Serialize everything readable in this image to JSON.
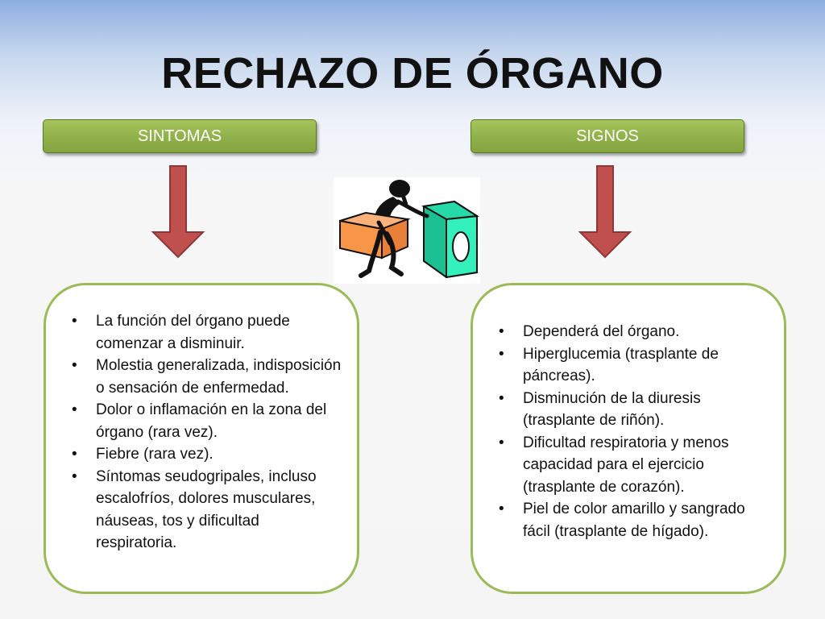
{
  "title": "RECHAZO DE ÓRGANO",
  "colors": {
    "header_bar": "#9bbb59",
    "panel_border": "#9bbb59",
    "arrow_fill": "#c0504d",
    "box_orange": "#f79646",
    "box_teal": "#2ee6b4"
  },
  "left": {
    "header": "SINTOMAS",
    "items": [
      "La función del órgano puede comenzar a disminuir.",
      "Molestia generalizada, indisposición o sensación de enfermedad.",
      "Dolor o inflamación en la zona del órgano (rara vez).",
      "Fiebre (rara vez).",
      "Síntomas seudogripales, incluso escalofríos, dolores musculares, náuseas, tos y dificultad respiratoria."
    ]
  },
  "right": {
    "header": "SIGNOS",
    "items": [
      "Dependerá del órgano.",
      "Hiperglucemia (trasplante de páncreas).",
      "Disminución de la diuresis (trasplante de riñón).",
      "Dificultad respiratoria y menos capacidad para el ejercicio (trasplante de corazón).",
      "Piel de color amarillo y sangrado fácil (trasplante de hígado)."
    ]
  },
  "bullet_char": "•",
  "illustration_icon": "person-fitting-block-icon"
}
